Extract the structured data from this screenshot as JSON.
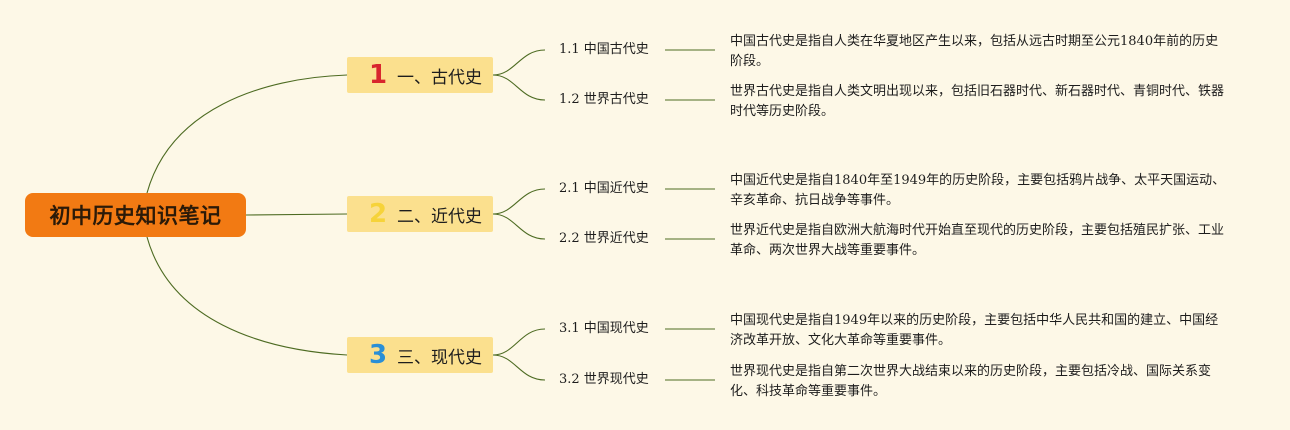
{
  "root": {
    "label": "初中历史知识笔记",
    "color": "#f27a13"
  },
  "colors": {
    "background": "#fdf8e7",
    "connector": "#4d6b22",
    "branch_fill": "#fbe08e"
  },
  "branches": [
    {
      "number": "1",
      "number_color": "#d8252d",
      "label": "一、古代史",
      "children": [
        {
          "label": "1.1 中国古代史",
          "description": "中国古代史是指自人类在华夏地区产生以来，包括从远古时期至公元1840年前的历史阶段。"
        },
        {
          "label": "1.2 世界古代史",
          "description": "世界古代史是指自人类文明出现以来，包括旧石器时代、新石器时代、青铜时代、铁器时代等历史阶段。"
        }
      ]
    },
    {
      "number": "2",
      "number_color": "#f6d33a",
      "label": "二、近代史",
      "children": [
        {
          "label": "2.1 中国近代史",
          "description": "中国近代史是指自1840年至1949年的历史阶段，主要包括鸦片战争、太平天国运动、辛亥革命、抗日战争等事件。"
        },
        {
          "label": "2.2 世界近代史",
          "description": "世界近代史是指自欧洲大航海时代开始直至现代的历史阶段，主要包括殖民扩张、工业革命、两次世界大战等重要事件。"
        }
      ]
    },
    {
      "number": "3",
      "number_color": "#2a8fd6",
      "label": "三、现代史",
      "children": [
        {
          "label": "3.1 中国现代史",
          "description": "中国现代史是指自1949年以来的历史阶段，主要包括中华人民共和国的建立、中国经济改革开放、文化大革命等重要事件。"
        },
        {
          "label": "3.2 世界现代史",
          "description": "世界现代史是指自第二次世界大战结束以来的历史阶段，主要包括冷战、国际关系变化、科技革命等重要事件。"
        }
      ]
    }
  ]
}
